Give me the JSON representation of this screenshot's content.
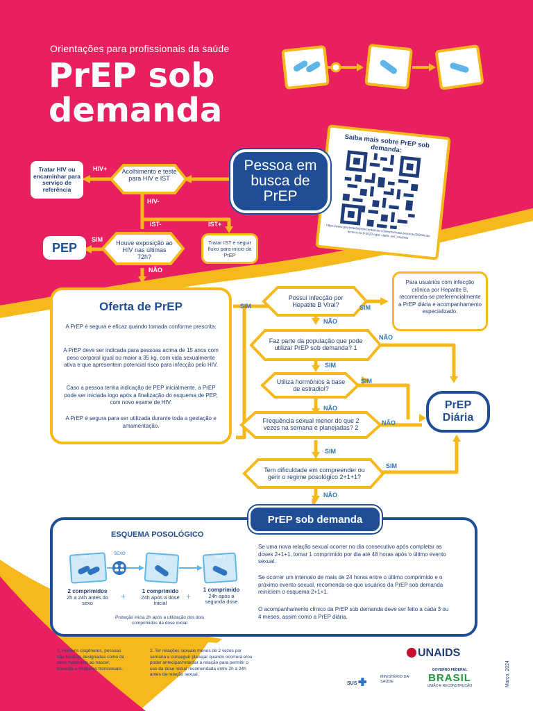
{
  "header": {
    "subtitle": "Orientações para profissionais da saúde",
    "title_line1": "PrEP sob",
    "title_line2": "demanda"
  },
  "qr": {
    "title": "Saiba mais sobre PrEP sob demanda:",
    "url": "https://www.gov.br/aids/pt-br/central-de-conteudo/notas-tecnicas/2023/nota-tecnica-no-8-2023-cgist-.dathi-.svs-.ms/view"
  },
  "flow": {
    "pessoa": "Pessoa em busca de PrEP",
    "acolhimento": "Acolhimento e teste para HIV e IST",
    "hiv_pos": "HIV+",
    "hiv_neg": "HIV-",
    "tratar_hiv": "Tratar HIV ou encaminhar para serviço de referência",
    "ist_neg": "IST-",
    "ist_pos": "IST+",
    "tratar_ist": "Tratar IST e seguir fluxo para início da PrEP",
    "exposicao": "Houve exposição ao HIV nas últimas 72h?",
    "sim": "SIM",
    "nao": "NÃO",
    "pep": "PEP",
    "oferta_title": "Oferta de PrEP",
    "oferta_p1": "A PrEP é segura e eficaz quando tomada conforme prescrita.",
    "oferta_p2": "A PrEP deve ser indicada para pessoas acima de 15 anos com peso corporal igual ou maior a 35 kg, com vida sexualmente ativa e que apresentem potencial risco para infecção pelo HIV.",
    "oferta_p3": "Caso a pessoa tenha indicação de PEP inicialmente, a PrEP pode ser iniciada logo após a finalização do esquema de PEP, com novo exame de HIV.",
    "oferta_p4": "A PrEP é segura para ser utilizada durante toda a gestação e amamentação.",
    "hepatite": "Possui infecção por Hepatite B Viral?",
    "hep_note": "Para usuários com infecção crônica por Hepatite B, recomenda-se preferencialmente a PrEP diária e acompanhamento especializado.",
    "populacao": "Faz parte da população que pode utilizar PrEP sob demanda? 1",
    "hormonios": "Utiliza hormônios à base de estradiol?",
    "frequencia": "Frequência sexual menor do que 2 vezes na semana e planejadas? 2",
    "dificuldade": "Tem dificuldade em compreender ou gerir o regime posológico 2+1+1?",
    "diaria": "PrEP Diária"
  },
  "sob": {
    "title": "PrEP sob demanda",
    "esquema": "ESQUEMA POSOLÓGICO",
    "dia1": "DIA 1",
    "sexo": "SEXO",
    "dia2": "DIA 2",
    "dia3": "DIA 3",
    "dose1_bold": "2 comprimidos",
    "dose1_text": "2h a 24h antes do sexo",
    "dose2_bold": "1 comprimido",
    "dose2_text": "24h após a dose inicial",
    "dose3_bold": "1 comprimido",
    "dose3_text": "24h após a segunda dose",
    "plus": "+",
    "protecao": "Proteção inicia 2h após a utilização dos dois comprimidos da dose inicial",
    "p1": "Se uma nova relação sexual ocorrer no dia consecutivo após completar as doses 2+1+1, tomar 1 comprimido por dia até 48 horas após o último evento sexual.",
    "p2": "Se ocorrer um intervalo de mais de 24 horas entre o último comprimido e o próximo evento sexual, recomenda-se que usuários da PrEP sob demanda reiniciem o esquema 2+1+1.",
    "p3": "O acompanhamento clínico da PrEP sob demanda deve ser feito a cada 3 ou 4 meses, assim como a PrEP diária."
  },
  "footer": {
    "fn1": "1. Homens cisgêneros, pessoas não binárias designadas como do sexo masculino ao nascer, travestis e mulheres transexuais.",
    "fn2": "2. Ter relações sexuais menos de 2 vezes por semana e conseguir planejar quando ocorrerá e/ou poder antecipar/retardar a relação para permitir o uso da dose inicial recomendada entre 2h a 24h antes da relação sexual.",
    "date": "Março, 2024",
    "unaids": "UNAIDS",
    "sus": "SUS",
    "ministerio": "MINISTÉRIO DA SAÚDE",
    "gov_top": "GOVERNO FEDERAL",
    "gov_brasil": "BRASIL",
    "gov_bottom": "UNIÃO E RECONSTRUÇÃO"
  },
  "colors": {
    "pink": "#e8205f",
    "yellow": "#f6b81a",
    "navy": "#1f4e96",
    "light_blue": "#5fb4e8"
  },
  "icons": [
    "pill-card-icon",
    "arrow-right-icon",
    "qr-code-icon",
    "couple-icon",
    "pill-icon"
  ]
}
